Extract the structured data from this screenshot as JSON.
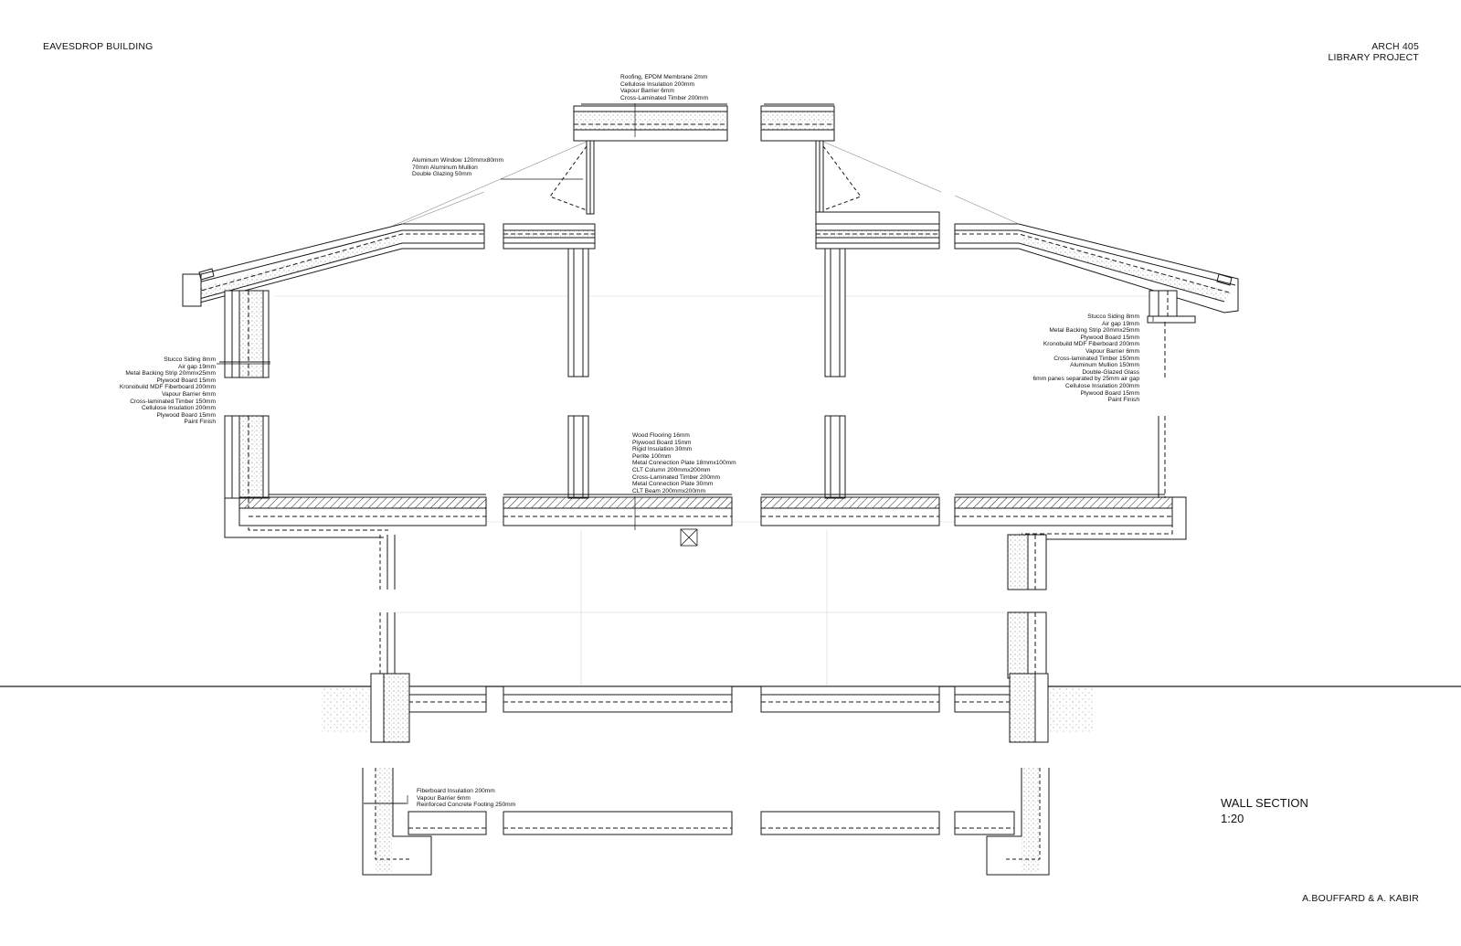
{
  "sheet": {
    "project_name": "EAVESDROP BUILDING",
    "course": "ARCH 405",
    "project_type": "LIBRARY PROJECT",
    "drawing_title": "WALL SECTION",
    "scale": "1:20",
    "authors": "A.BOUFFARD & A. KABIR"
  },
  "annotations": {
    "roof": [
      "Roofing, EPDM Membrane 2mm",
      "Cellulose Insulation 200mm",
      "Vapour Barrier 6mm",
      "Cross-Laminated Timber 200mm"
    ],
    "window": [
      "Aluminum Window 120mmx80mm",
      "70mm Aluminum Mullion",
      "Double Glazing 50mm"
    ],
    "wall_left": [
      "Stucco Siding 8mm",
      "Air gap 19mm",
      "Metal Backing Strip 20mmx25mm",
      "Plywood Board 15mm",
      "Kronobuild MDF Fiberboard 200mm",
      "Vapour Barrier 6mm",
      "Cross-laminated Timber 150mm",
      "Cellulose Insulation 200mm",
      "Plywood Board 15mm",
      "Paint Finish"
    ],
    "wall_right": [
      "Stucco Siding 8mm",
      "Air gap 19mm",
      "Metal Backing Strip 20mmx25mm",
      "Plywood Board 15mm",
      "Kronobuild MDF Fiberboard 200mm",
      "Vapour Barrier 6mm",
      "Cross-laminated Timber 150mm",
      "Aluminum Mullion 150mm",
      "Double-Glazed Glass",
      "6mm panes separated by 25mm air gap",
      "Cellulose Insulation 200mm",
      "Plywood Board 15mm",
      "Paint Finish"
    ],
    "floor": [
      "Wood Flooring 16mm",
      "Plywood Board 15mm",
      "Rigid Insulation 30mm",
      "Perlite 100mm",
      "Metal Connection Plate 18mmx100mm",
      "CLT Column 200mmx200mm",
      "Cross-Laminated Timber 200mm",
      "Metal Connection Plate 30mm",
      "CLT Beam 200mmx200mm"
    ],
    "footing": [
      "Fiberboard Insulation 200mm",
      "Vapour Barrier 6mm",
      "Reinforced Concrete Footing 250mm"
    ]
  },
  "colors": {
    "line": "#1a1a1a",
    "light_line": "#c8c8c8",
    "fill": "#ffffff"
  }
}
